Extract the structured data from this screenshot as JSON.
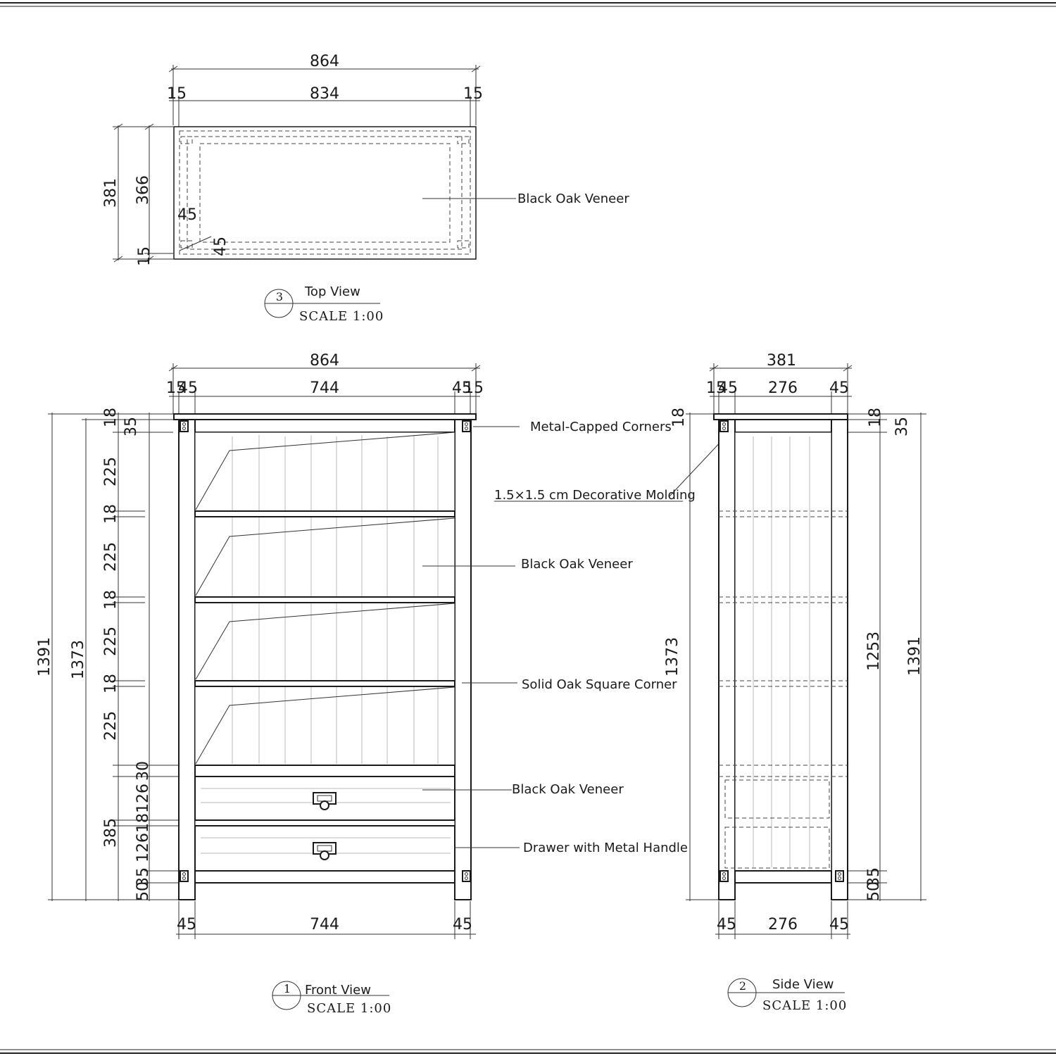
{
  "top_view": {
    "title": "Top View",
    "number": "3",
    "scale": "SCALE  1:00",
    "dims": {
      "overall_width": "864",
      "inner_width": "834",
      "left_edge": "15",
      "right_edge": "15",
      "overall_depth": "381",
      "inner_depth": "366",
      "bottom_edge": "15",
      "post_a": "45",
      "post_b": "45"
    },
    "label_veneer": "Black Oak Veneer"
  },
  "front_view": {
    "title": "Front View",
    "number": "1",
    "scale": "SCALE  1:00",
    "top_dims": {
      "overall": "864",
      "inner": "744",
      "l_edge": "15",
      "l_post": "45",
      "r_post": "45",
      "r_edge": "15"
    },
    "bottom_dims": {
      "l_post": "45",
      "inner": "744",
      "r_post": "45"
    },
    "left_dims": {
      "overall": "1391",
      "body": "1373",
      "lower_section": "385",
      "stack": [
        "18",
        "35",
        "225",
        "18",
        "225",
        "18",
        "225",
        "18",
        "225",
        "30",
        "126",
        "18",
        "126",
        "35",
        "50"
      ]
    },
    "labels": {
      "corners": "Metal-Capped Corners",
      "molding": "1.5×1.5 cm Decorative Molding",
      "veneer_shelves": "Black Oak Veneer",
      "square_corner": "Solid Oak Square Corner",
      "veneer_drawers": "Black Oak Veneer",
      "drawer": "Drawer with Metal Handle"
    }
  },
  "side_view": {
    "title": "Side View",
    "number": "2",
    "scale": "SCALE  1:00",
    "top_dims": {
      "overall": "381",
      "l_edge": "15",
      "l_post": "45",
      "inner": "276",
      "r_post": "45"
    },
    "bottom_dims": {
      "l_post": "45",
      "inner": "276",
      "r_post": "45"
    },
    "left_dims": {
      "top": "18",
      "body": "1373"
    },
    "right_dims": {
      "top": "18",
      "apron": "35",
      "inner": "1253",
      "overall": "1391",
      "bottom_a": "35",
      "bottom_b": "50"
    }
  }
}
